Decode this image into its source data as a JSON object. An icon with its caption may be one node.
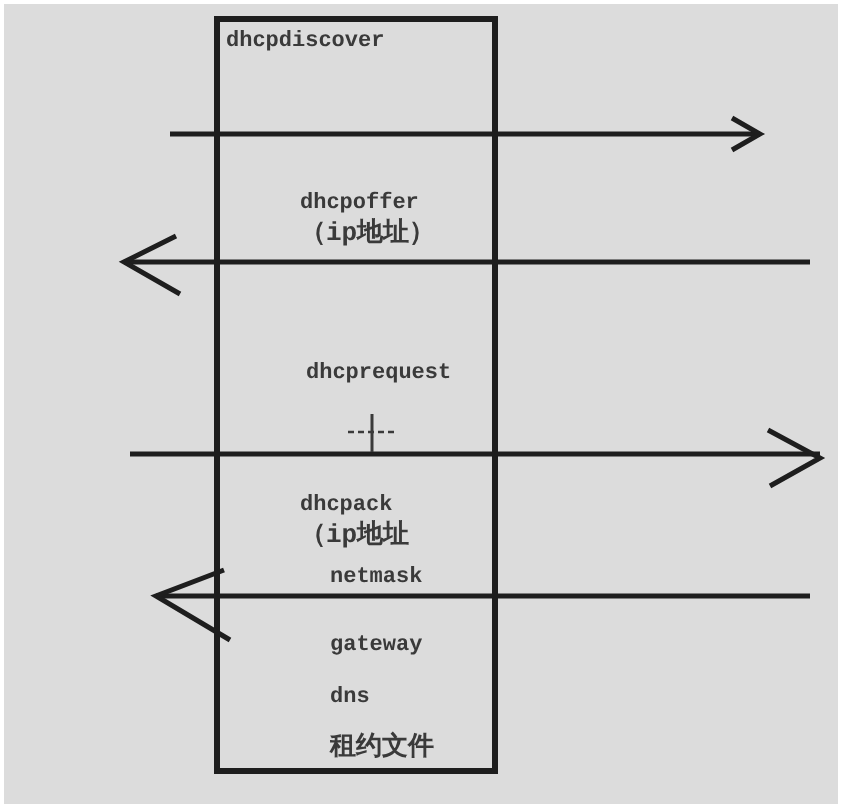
{
  "diagram": {
    "nodes": [
      {
        "text": [
          "dhcpdiscover",
          "dhcpoffer",
          "（ip地址）",
          "dhcprequest",
          "dhcpack",
          "（ip地址",
          "netmask",
          "gateway",
          "dns",
          "租约文件"
        ]
      }
    ]
  }
}
